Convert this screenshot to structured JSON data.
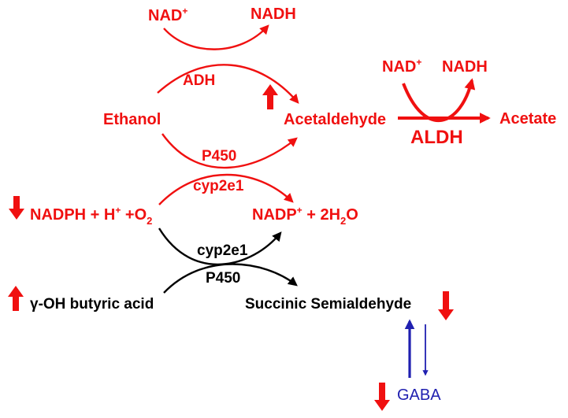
{
  "colors": {
    "red": "#f01010",
    "black": "#000000",
    "blue": "#2020b0"
  },
  "labels": {
    "nad_plus_top": "NAD",
    "nadh_top": "NADH",
    "adh": "ADH",
    "ethanol": "Ethanol",
    "acetaldehyde": "Acetaldehyde",
    "nad_plus_right": "NAD",
    "nadh_right": "NADH",
    "aldh": "ALDH",
    "acetate": "Acetate",
    "p450_red": "P450",
    "cyp2e1_red": "cyp2e1",
    "nadph_part": "NADPH + H",
    "o2_part": " +O",
    "nadp_part": "NADP",
    "h2o_part": " + 2H",
    "h2o_o": "O",
    "plus_sup": "+",
    "sub_2": "2",
    "cyp2e1_black": "cyp2e1",
    "p450_black": "P450",
    "ghb": "γ-OH butyric acid",
    "ssa": "Succinic Semialdehyde",
    "gaba": "GABA"
  },
  "indicators": {
    "acetaldehyde": "up",
    "nadph": "down",
    "ghb": "up",
    "succinic_semialdehyde": "down",
    "gaba": "down"
  }
}
